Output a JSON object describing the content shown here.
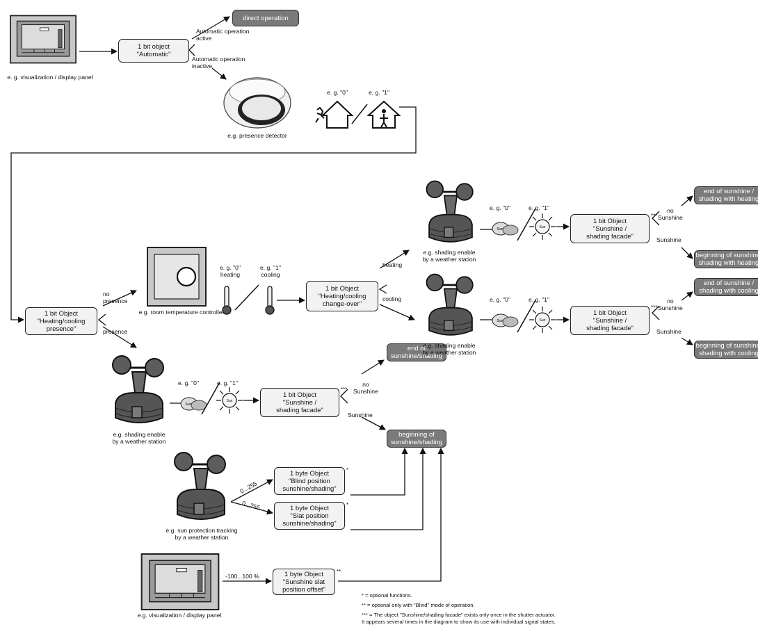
{
  "nodes": {
    "automatic": "1 bit object\n\"Automatic\"",
    "direct_operation": "direct operation",
    "hc_presence": "1 bit Object\n\"Heating/cooling\npresence\"",
    "hc_changeover": "1 bit Object\n\"Heating/cooling\nchange-over\"",
    "sunshine_heat": "1 bit Object\n\"Sunshine /\nshading facade\"",
    "sunshine_cool": "1 bit Object\n\"Sunshine /\nshading facade\"",
    "sunshine_presence": "1 bit Object\n\"Sunshine /\nshading facade\"",
    "end_heating": "end of sunshine /\nshading with heating",
    "begin_heating": "beginning of sunshine/\nshading with heating",
    "end_cooling": "end of sunshine /\nshading with cooling",
    "begin_cooling": "beginning of sunshine/\nshading with cooling",
    "end_shading": "end of\nsunshine/shading",
    "begin_shading": "beginning of\nsunshine/shading",
    "blind_position": "1 byte Object\n\"Blind position\nsunshine/shading\"",
    "slat_position": "1 byte Object\n\"Slat position\nsunshine/shading\"",
    "slat_offset": "1 byte Object\n\"Sunshine slat\nposition offset\""
  },
  "labels": {
    "auto_active": "Automatic operation\nactive",
    "auto_inactive": "Automatic operation\ninactive",
    "eg0": "e. g. \"0\"",
    "eg1": "e. g. \"1\"",
    "eg0_heating": "e. g. \"0\"\nheating",
    "eg1_cooling": "e. g. \"1\"\ncooling",
    "heating": "heating",
    "cooling": "cooling",
    "no_presence": "no\npresence",
    "presence": "presence",
    "no_sunshine": "no\nSunshine",
    "sunshine": "Sunshine",
    "range_255": "0...255",
    "range_pct": "-100...100 %",
    "sun": "Sun",
    "star1": "*",
    "star2": "**",
    "star3": "***"
  },
  "captions": {
    "vis_panel_top": "e. g. visualization / display panel",
    "presence_detector": "e.g. presence detector",
    "room_temp": "e.g. room temperature controller",
    "weather_heat": "e.g. shading enable\nby a weather station",
    "weather_cool": "e.g. shading enable\nby a weather station",
    "weather_presence": "e.g. shading enable\nby a weather station",
    "sun_tracking": "e.g. sun protection tracking\nby a weather station",
    "vis_panel_bottom": "e.g. visualization / display panel"
  },
  "footnotes": {
    "note1": "* = optional functions.",
    "note2": "** = optional only with \"Blind\" mode of operation.",
    "note3": "*** = The object \"Sunshine/shading facade\" exists only once in the shutter actuator.\n       It appears several times in the diagram to show its use with individual signal states."
  },
  "colors": {
    "dark_box": "#7a7a7a",
    "light_box": "#f2f2f2",
    "device": "#5c5c5c"
  }
}
